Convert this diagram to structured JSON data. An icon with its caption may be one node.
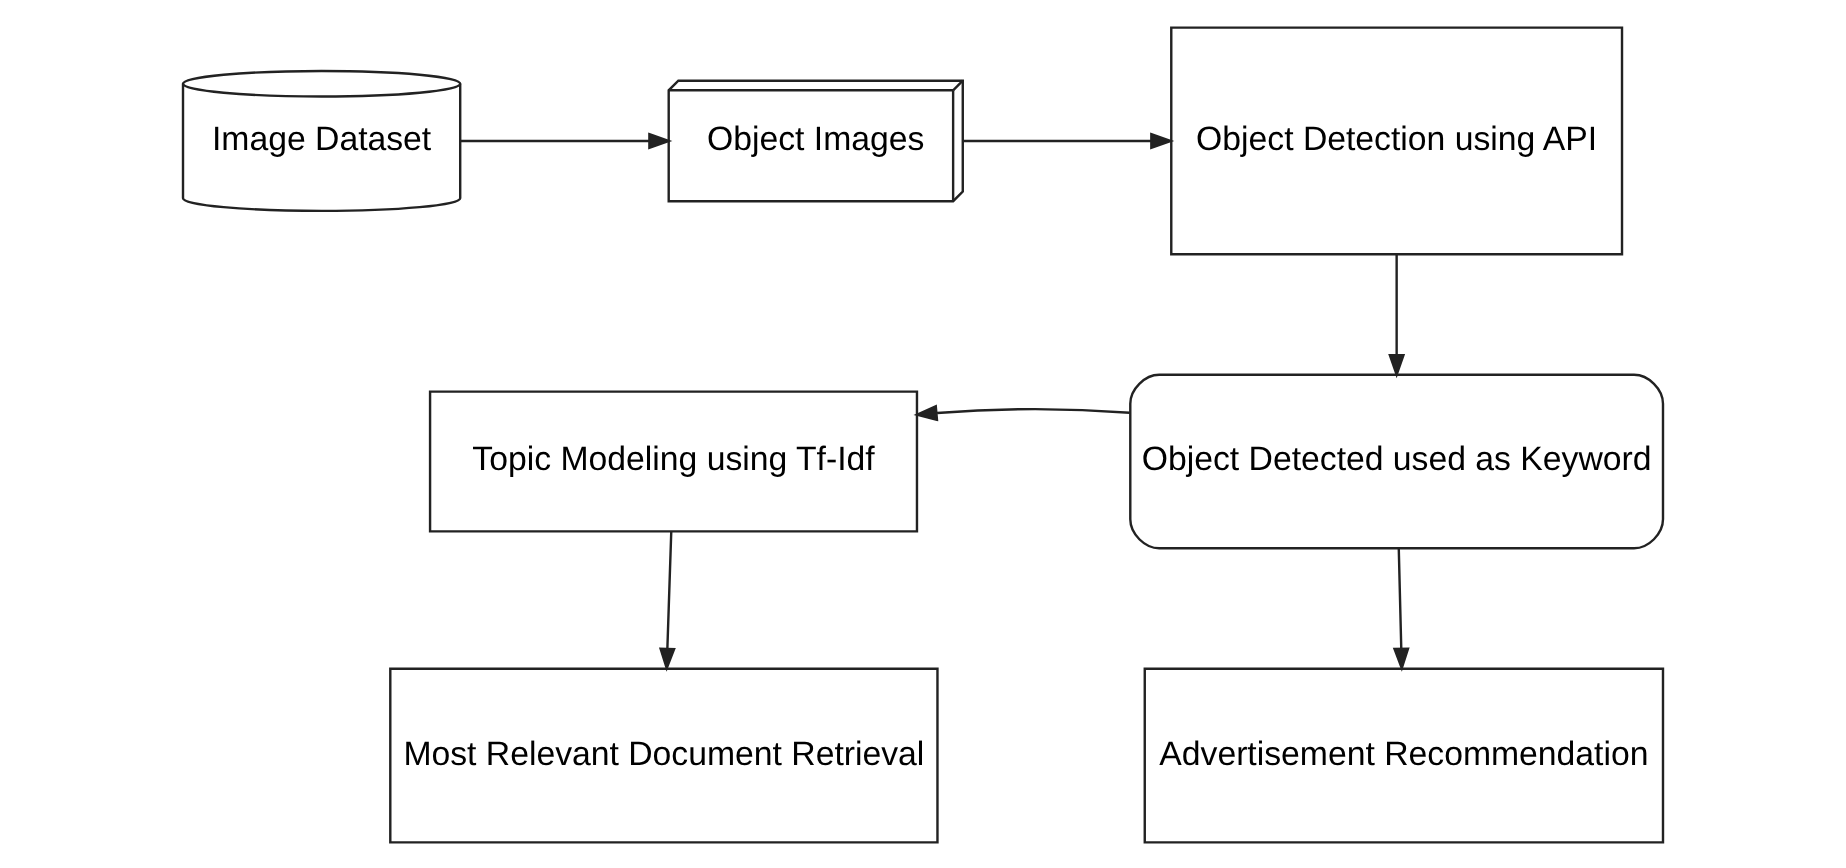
{
  "diagram": {
    "nodes": [
      {
        "text": [
          "Image Dataset"
        ]
      },
      {
        "text": [
          "Object Images"
        ]
      },
      {
        "text": [
          "Object Detection using API"
        ]
      },
      {
        "text": [
          "Object Detected used as Keyword"
        ]
      },
      {
        "text": [
          "Topic Modeling using Tf-Idf"
        ]
      },
      {
        "text": [
          "Most Relevant Document Retrieval"
        ]
      },
      {
        "text": [
          "Advertisement Recommendation"
        ]
      }
    ],
    "edges": [
      {
        "from": 0,
        "to": 1,
        "arrow": "to"
      },
      {
        "from": 1,
        "to": 2,
        "arrow": "to"
      },
      {
        "from": 2,
        "to": 3,
        "arrow": "to"
      },
      {
        "from": 3,
        "to": 4,
        "arrow": "to"
      },
      {
        "from": 4,
        "to": 5,
        "arrow": "to"
      },
      {
        "from": 3,
        "to": 6,
        "arrow": "to"
      }
    ]
  }
}
